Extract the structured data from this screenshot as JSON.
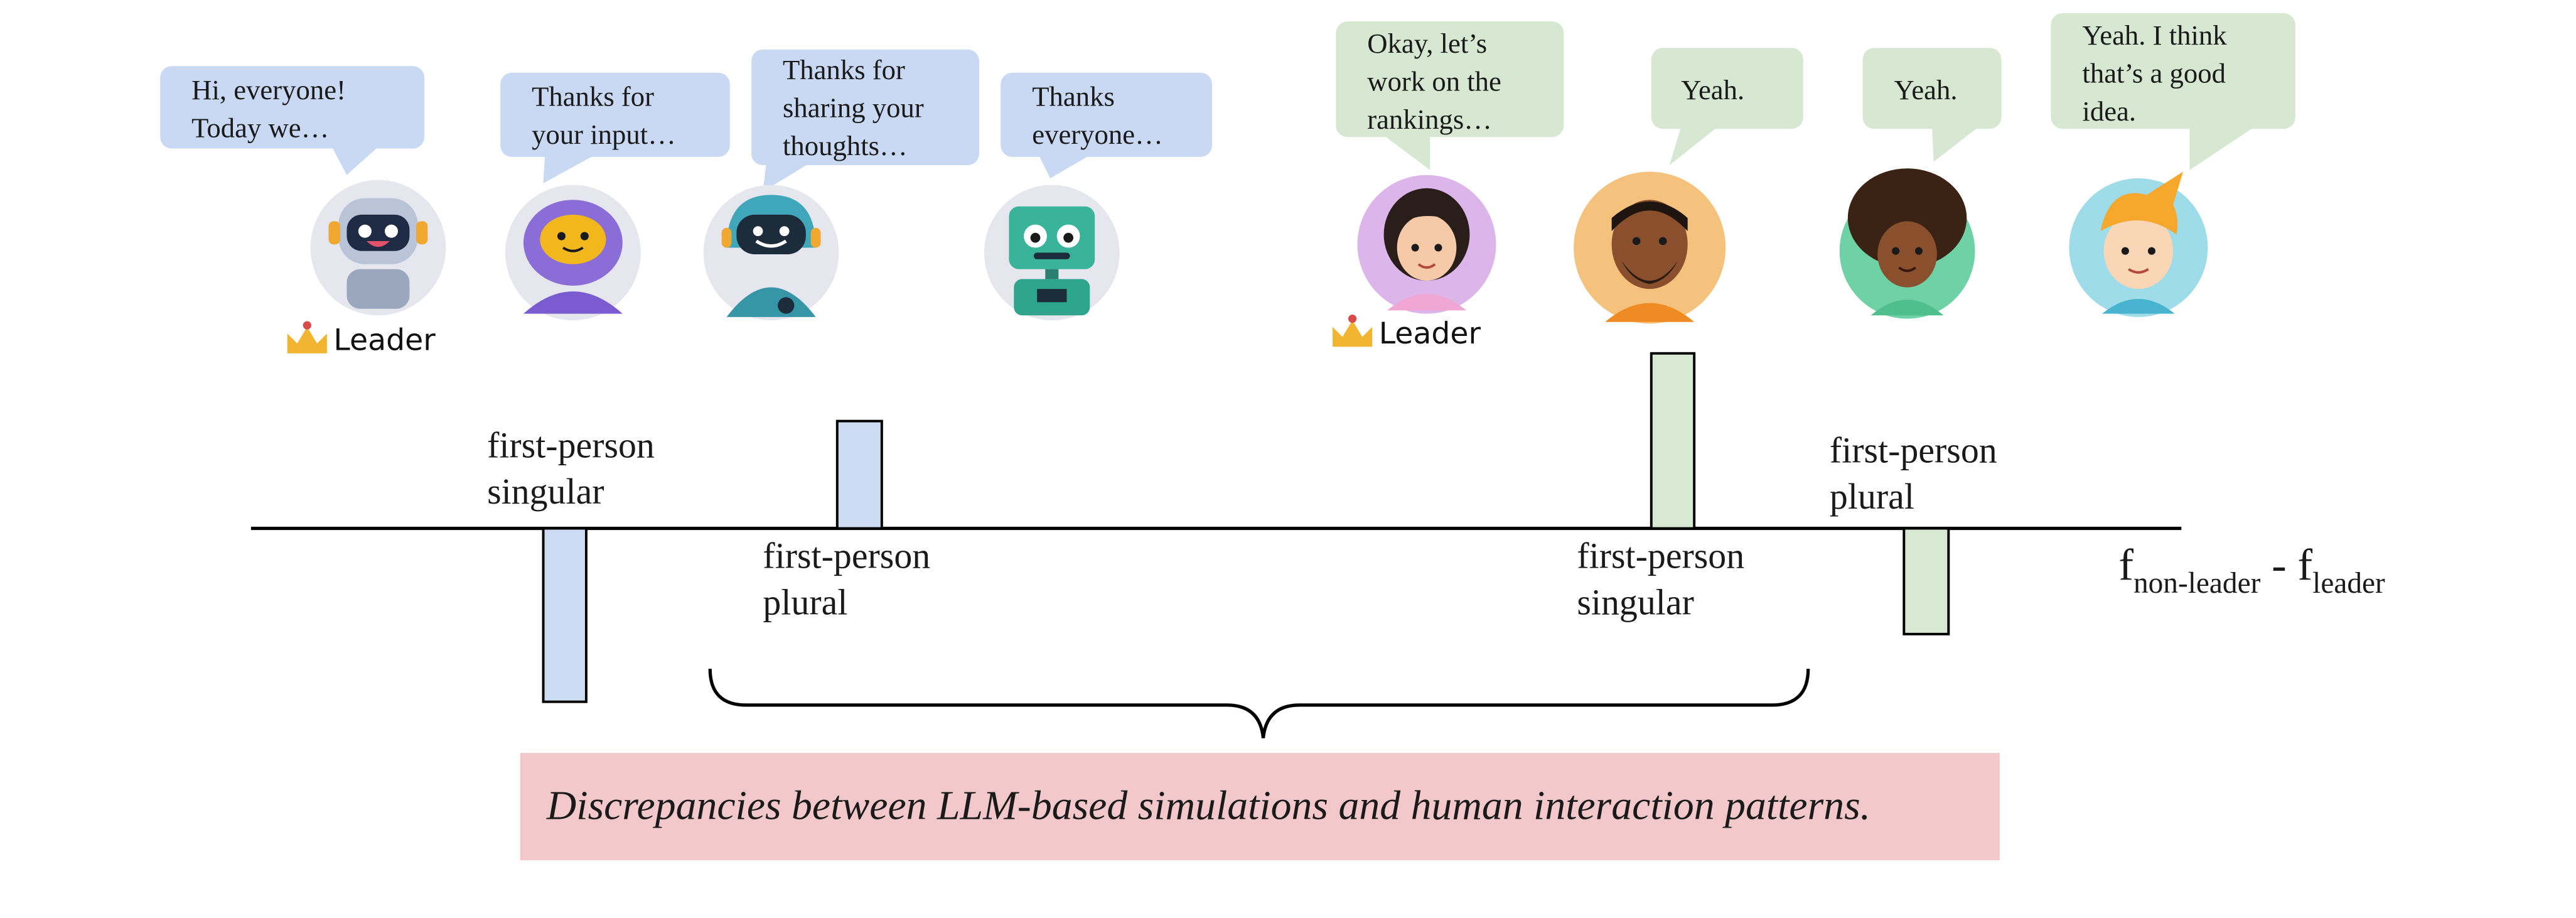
{
  "colors": {
    "llm_bubble": "#c9d9f3",
    "human_bubble": "#d6e8d1",
    "llm_bar": "#cddcf2",
    "human_bar": "#d7e9d2",
    "caption_bg": "#f2c8cb",
    "axis": "#000000"
  },
  "llm_group": {
    "bubbles": [
      {
        "lines": [
          "Hi, everyone!",
          "Today we…"
        ]
      },
      {
        "lines": [
          "Thanks for",
          "your input…"
        ]
      },
      {
        "lines": [
          "Thanks for",
          "sharing your",
          "thoughts…"
        ]
      },
      {
        "lines": [
          "Thanks",
          "everyone…"
        ]
      }
    ],
    "avatars": [
      "robot-avatar-leader",
      "purple-robot-avatar",
      "teal-robot-avatar",
      "green-robot-avatar"
    ],
    "leader_label": "Leader",
    "bar_labels": {
      "singular": [
        "first-person",
        "singular"
      ],
      "plural": [
        "first-person",
        "plural"
      ]
    }
  },
  "human_group": {
    "bubbles": [
      {
        "lines": [
          "Okay, let’s",
          "work on the",
          "rankings…"
        ]
      },
      {
        "lines": [
          "Yeah."
        ]
      },
      {
        "lines": [
          "Yeah."
        ]
      },
      {
        "lines": [
          "Yeah. I think",
          "that’s a good",
          "idea."
        ]
      }
    ],
    "avatars": [
      "girl-avatar-leader",
      "bearded-man-avatar",
      "curly-hair-avatar",
      "blond-boy-avatar"
    ],
    "leader_label": "Leader",
    "bar_labels": {
      "singular": [
        "first-person",
        "singular"
      ],
      "plural": [
        "first-person",
        "plural"
      ]
    }
  },
  "axis_label": {
    "f1": "f",
    "sub1": "non-leader",
    "sep": " - f",
    "sub2": "leader"
  },
  "caption": "Discrepancies between LLM-based simulations and human interaction patterns."
}
